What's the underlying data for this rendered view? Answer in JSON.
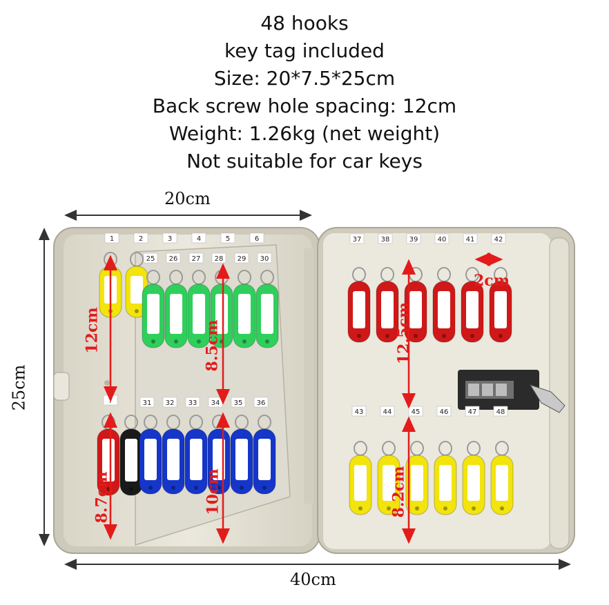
{
  "specs": {
    "hooks": "48 hooks",
    "tag": "key tag included",
    "size": "Size: 20*7.5*25cm",
    "screw": "Back screw hole spacing: 12cm",
    "weight": "Weight: 1.26kg (net weight)",
    "note": "Not suitable for car keys"
  },
  "dimensions": {
    "width_closed": "20cm",
    "height": "25cm",
    "width_open": "40cm"
  },
  "inner_measures": {
    "left_upper": "12cm",
    "left_lower": "8.7cm",
    "panel_upper": "8.5cm",
    "panel_lower": "10cm",
    "door_gap": "2cm",
    "door_upper": "12.5cm",
    "door_lower": "8.2cm"
  },
  "hook_numbers": {
    "left_top": [
      "1",
      "2",
      "3",
      "4",
      "5",
      "6"
    ],
    "panel_top": [
      "25",
      "26",
      "27",
      "28",
      "29",
      "30"
    ],
    "left_bottom": [
      "7"
    ],
    "panel_bottom": [
      "31",
      "32",
      "33",
      "34",
      "35",
      "36"
    ],
    "door_top": [
      "37",
      "38",
      "39",
      "40",
      "41",
      "42"
    ],
    "door_bottom": [
      "43",
      "44",
      "45",
      "46",
      "47",
      "48"
    ]
  },
  "colors": {
    "cabinet": "#e6e2d6",
    "tag_yellow": "#f2e40c",
    "tag_green": "#2fcf5c",
    "tag_blue": "#1536c9",
    "tag_red": "#d01818",
    "measure_red": "#e31b1b"
  }
}
